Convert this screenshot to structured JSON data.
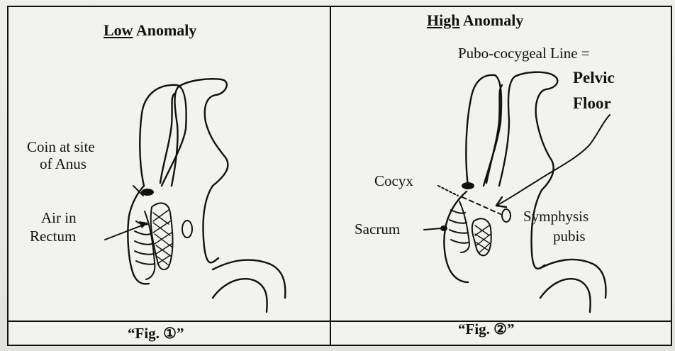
{
  "left_panel": {
    "title_underlined": "Low",
    "title_rest": " Anomaly",
    "labels": {
      "coin_line1": "Coin at site",
      "coin_line2": "of Anus",
      "air_line1": "Air in",
      "air_line2": "Rectum"
    },
    "caption": "“Fig. ①”"
  },
  "right_panel": {
    "title_underlined": "High",
    "title_rest": " Anomaly",
    "labels": {
      "line_label": "Pubo-cocygeal Line =",
      "pelvic": "Pelvic",
      "floor": "Floor",
      "cocyx": "Cocyx",
      "sacrum": "Sacrum",
      "symphysis": "Symphysis",
      "pubis": "pubis"
    },
    "caption": "“Fig. ②”"
  }
}
